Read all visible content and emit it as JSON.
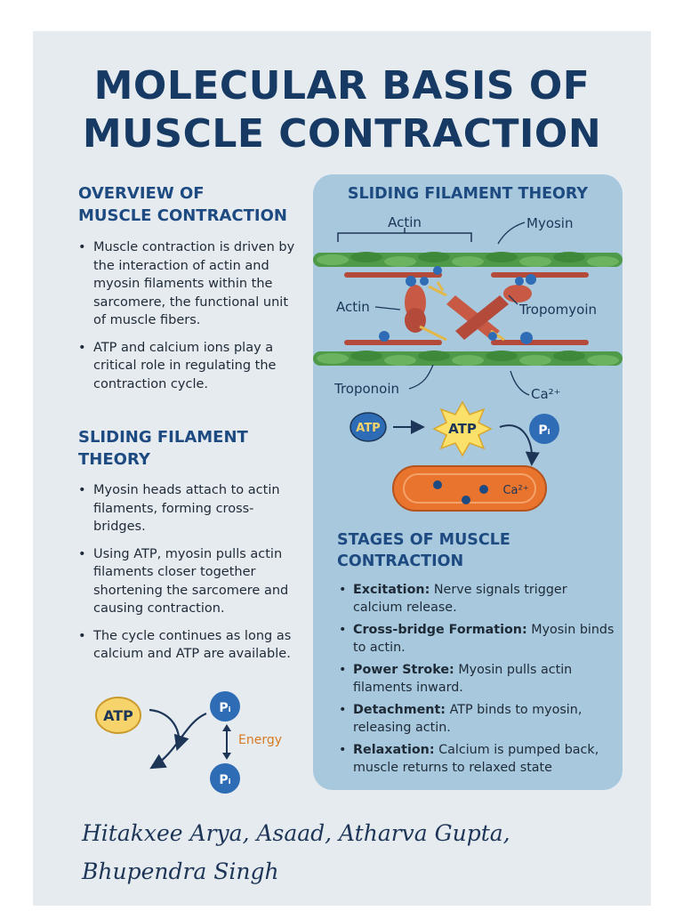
{
  "title": {
    "line1": "MOLECULAR BASIS OF",
    "line2": "MUSCLE CONTRACTION"
  },
  "overview": {
    "heading_line1": "OVERVIEW OF",
    "heading_line2": "MUSCLE CONTRACTION",
    "bullets": [
      "Muscle contraction is driven by the interaction of actin and myosin filaments within the sarcomere, the functional unit of muscle fibers.",
      "ATP and calcium ions play a critical role in regulating the contraction cycle."
    ]
  },
  "sliding_left": {
    "heading_line1": "SLIDING FILAMENT",
    "heading_line2": "THEORY",
    "bullets": [
      "Myosin heads attach to actin filaments, forming cross-bridges.",
      "Using ATP, myosin pulls actin filaments closer together shortening the sarcomere and causing contraction.",
      "The cycle continues as long as calcium and ATP are available."
    ]
  },
  "left_cycle": {
    "atp": "ATP",
    "pi_top": "Pᵢ",
    "pi_bottom": "Pᵢ",
    "energy": "Energy"
  },
  "panel": {
    "heading": "SLIDING FILAMENT THEORY",
    "labels": {
      "actin_top": "Actin",
      "myosin": "Myosin",
      "actin_left": "Actin",
      "tropomyosin": "Tropomyoin",
      "troponin": "Troponoin",
      "calcium": "Ca²⁺"
    },
    "atp_row": {
      "atp_left": "ATP",
      "atp_star": "ATP",
      "pi": "Pᵢ"
    },
    "organelle_label": "Ca²⁺",
    "stages_heading_line1": "STAGES OF MUSCLE",
    "stages_heading_line2": "CONTRACTION",
    "stages": [
      {
        "term": "Excitation:",
        "text": "Nerve signals trigger calcium release."
      },
      {
        "term": "Cross-bridge Formation:",
        "text": "Myosin binds to actin."
      },
      {
        "term": "Power Stroke:",
        "text": "Myosin pulls actin filaments inward."
      },
      {
        "term": "Detachment:",
        "text": "ATP binds to myosin, releasing actin."
      },
      {
        "term": "Relaxation:",
        "text": "Calcium is pumped back, muscle returns to relaxed state"
      }
    ]
  },
  "authors": {
    "line1": "Hitakxee Arya, Asaad, Atharva Gupta,",
    "line2": "Bhupendra Singh"
  },
  "colors": {
    "title": "#163a63",
    "heading": "#1d4a80",
    "panel_bg": "#a8c8dd",
    "poster_bg": "#e6ebf0",
    "actin_green": "#4f9a48",
    "myosin_red": "#b34a3a",
    "atp_yellow": "#f7d36b",
    "pi_blue": "#2e6cb5",
    "energy_orange": "#d77a22",
    "organelle_orange": "#e8742e"
  }
}
